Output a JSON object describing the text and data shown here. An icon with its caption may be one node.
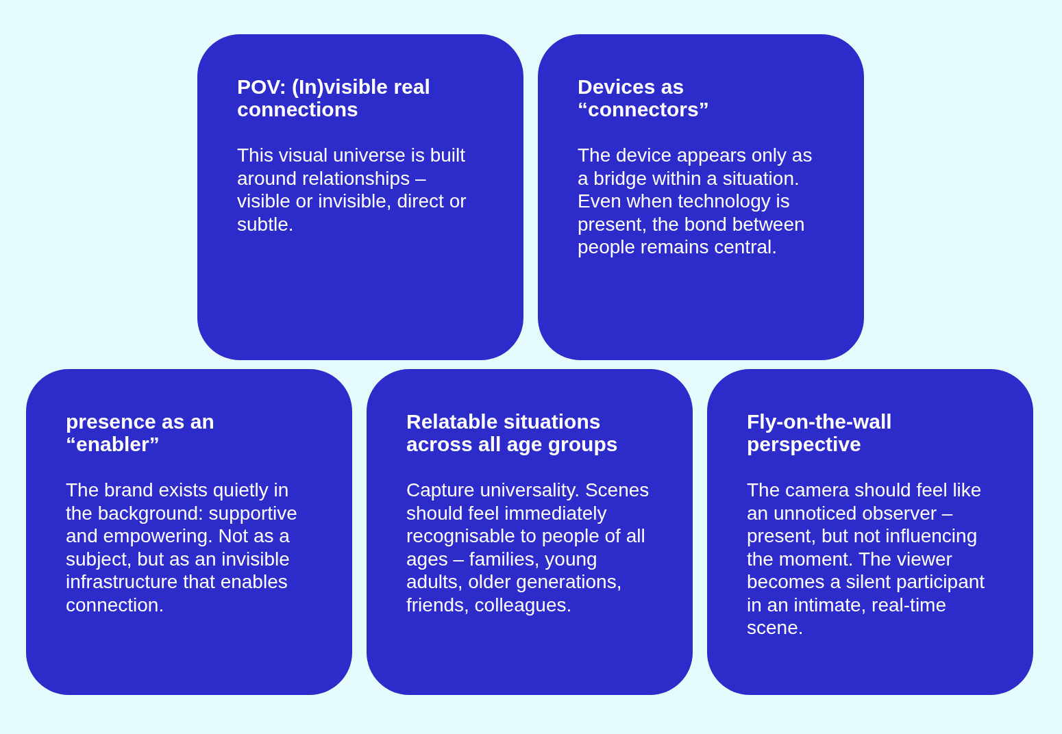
{
  "diagram": {
    "nodes": [
      {
        "text": [
          "POV: (In)visible real connections",
          "This visual universe is built around relationships – visible or invisible, direct or subtle."
        ]
      },
      {
        "text": [
          "Devices as “connectors”",
          "The device appears only as a bridge within a situation. Even when technology is present, the bond between people remains central."
        ]
      },
      {
        "text": [
          "presence as an “enabler”",
          "The brand exists quietly in the background: supportive and empowering. Not as a subject, but as an invisible infrastructure that enables connection."
        ]
      },
      {
        "text": [
          "Relatable situations across all age groups",
          "Capture universality. Scenes should feel immediately recognisable to people of all ages – families, young adults, older generations, friends, colleagues."
        ]
      },
      {
        "text": [
          "Fly-on-the-wall perspective",
          "The camera should feel like an unnoticed observer – present, but not influencing the moment. The viewer becomes a silent participant in an intimate, real-time scene."
        ]
      }
    ]
  }
}
